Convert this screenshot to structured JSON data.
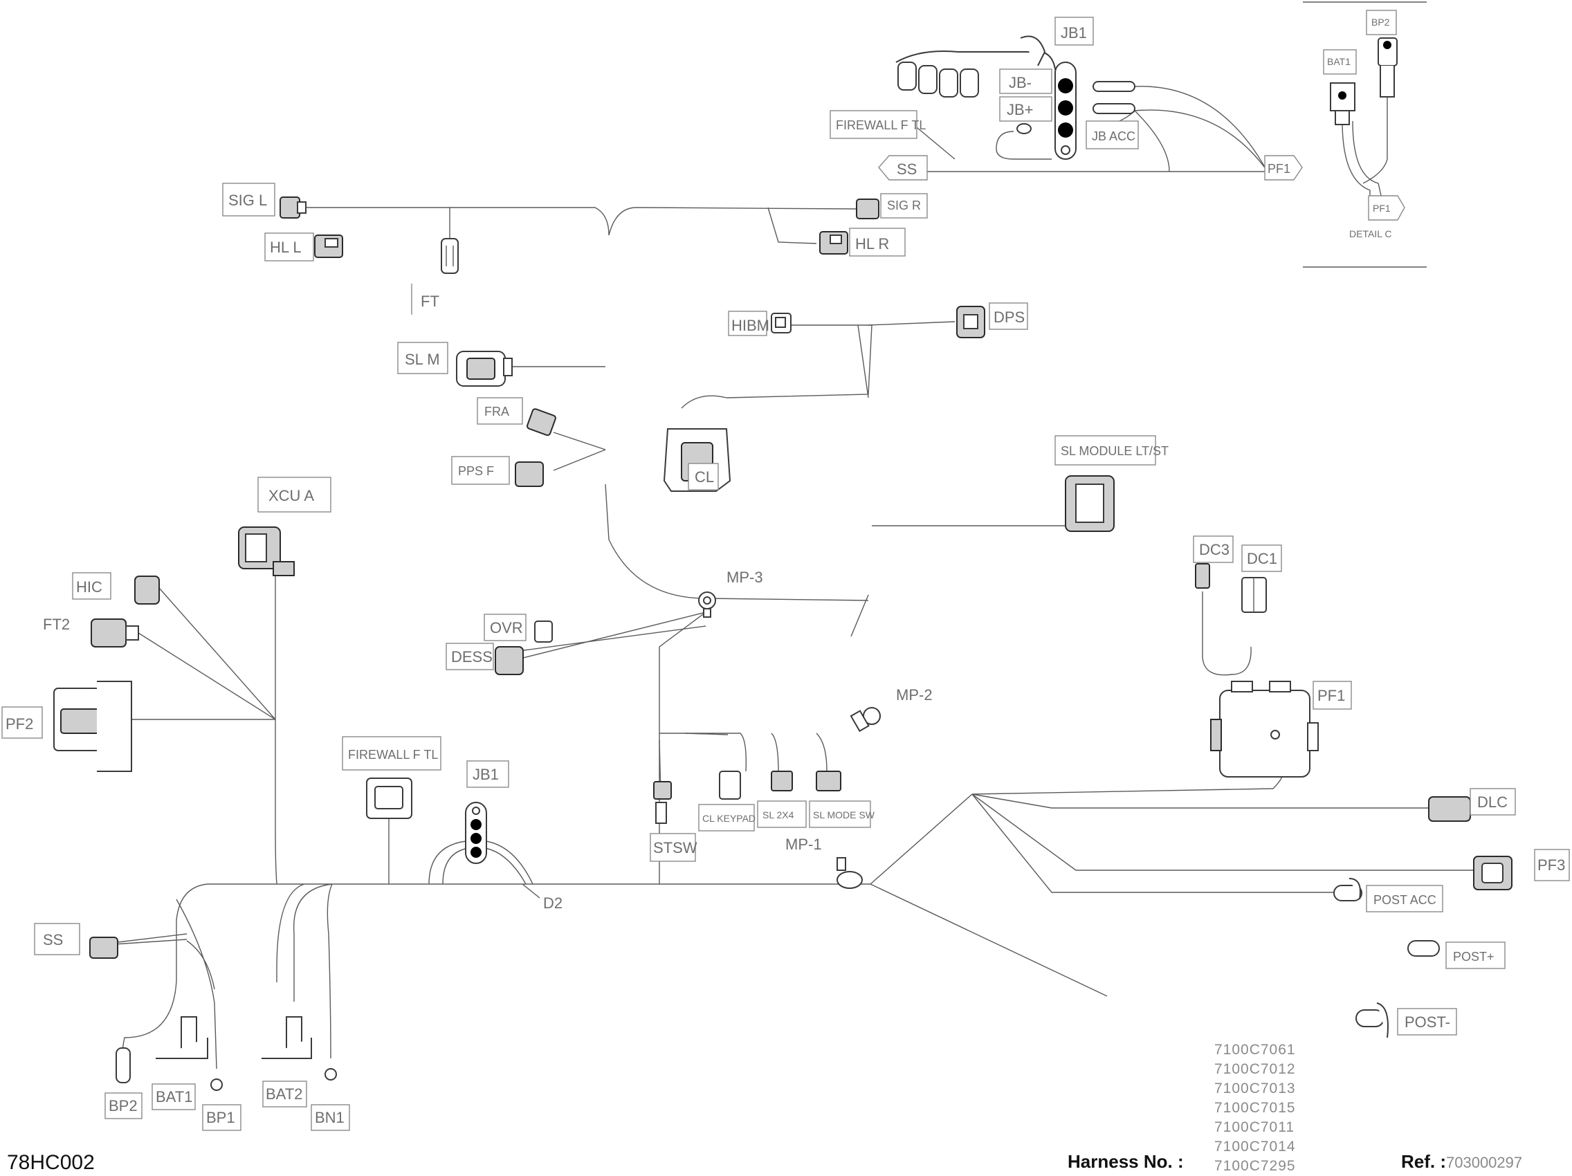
{
  "diagram_id": "78HC002",
  "harness_label": "Harness No. :",
  "harness_numbers": [
    "7100C7061",
    "7100C7012",
    "7100C7013",
    "7100C7015",
    "7100C7011",
    "7100C7014",
    "7100C7295"
  ],
  "ref_label": "Ref. :",
  "ref_value": "703000297",
  "detail_label": "DETAIL C",
  "labels": {
    "jb1_top": "JB1",
    "jb_minus": "JB-",
    "jb_plus": "JB+",
    "jb_acc": "JB ACC",
    "firewall_top": "FIREWALL F TL",
    "ss_top": "SS",
    "pf1_top": "PF1",
    "bp2_detail": "BP2",
    "bat1_detail": "BAT1",
    "pf1_detail": "PF1",
    "sig_l": "SIG L",
    "sig_r": "SIG R",
    "hl_l": "HL L",
    "hl_r": "HL R",
    "ft": "FT",
    "hibm": "HIBM",
    "dps": "DPS",
    "sl_m": "SL M",
    "fra": "FRA",
    "pps_f": "PPS F",
    "cl": "CL",
    "sl_module": "SL MODULE LT/ST",
    "xcu_a": "XCU A",
    "hic": "HIC",
    "ft2": "FT2",
    "pf2": "PF2",
    "mp3": "MP-3",
    "ovr": "OVR",
    "dess": "DESS",
    "dc3": "DC3",
    "dc1": "DC1",
    "mp2": "MP-2",
    "pf1_bottom": "PF1",
    "firewall_bottom": "FIREWALL F TL",
    "jb1_bottom": "JB1",
    "stsw": "STSW",
    "cl_keypad": "CL KEYPAD",
    "sl_2x4": "SL 2X4",
    "sl_mode_sw": "SL MODE SW",
    "mp1": "MP-1",
    "dlc": "DLC",
    "pf3": "PF3",
    "d2": "D2",
    "post_acc": "POST ACC",
    "post_plus": "POST+",
    "post_minus": "POST-",
    "ss_bottom": "SS",
    "bp2": "BP2",
    "bat1": "BAT1",
    "bp1": "BP1",
    "bat2": "BAT2",
    "bn1": "BN1"
  }
}
